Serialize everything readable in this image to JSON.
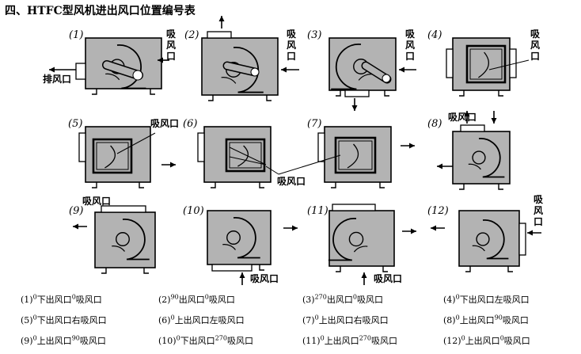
{
  "title": "四、HTFC型风机进出风口位置编号表",
  "units": [
    {
      "num": "(1)",
      "labels": {
        "suction": "吸风口",
        "exhaust": "排风口"
      }
    },
    {
      "num": "(2)",
      "labels": {
        "suction": "吸风口"
      }
    },
    {
      "num": "(3)",
      "labels": {
        "suction": "吸风口"
      }
    },
    {
      "num": "(4)",
      "labels": {
        "suction": "吸风口"
      }
    },
    {
      "num": "(5)",
      "labels": {
        "suction": "吸风口"
      }
    },
    {
      "num": "(6)",
      "labels": {}
    },
    {
      "num": "(7)",
      "labels": {
        "suction": "吸风口"
      }
    },
    {
      "num": "(8)",
      "labels": {
        "suction": "吸风口"
      }
    },
    {
      "num": "(9)",
      "labels": {
        "suction": "吸风口"
      }
    },
    {
      "num": "(10)",
      "labels": {
        "suction": "吸风口"
      }
    },
    {
      "num": "(11)",
      "labels": {
        "suction": "吸风口"
      }
    },
    {
      "num": "(12)",
      "labels": {
        "suction": "吸风口"
      }
    }
  ],
  "legend": [
    {
      "prefix": "(1)",
      "a": "0",
      "mid": "下出风口",
      "b": "0",
      "end": "吸风口"
    },
    {
      "prefix": "(2)",
      "a": "90",
      "mid": "出风口",
      "b": "0",
      "end": "吸风口"
    },
    {
      "prefix": "(3)",
      "a": "270",
      "mid": "出风口",
      "b": "0",
      "end": "吸风口"
    },
    {
      "prefix": "(4)",
      "a": "0",
      "mid": "下出风口左吸风口",
      "b": "",
      "end": ""
    },
    {
      "prefix": "(5)",
      "a": "0",
      "mid": "下出风口右吸风口",
      "b": "",
      "end": ""
    },
    {
      "prefix": "(6)",
      "a": "0",
      "mid": "上出风口左吸风口",
      "b": "",
      "end": ""
    },
    {
      "prefix": "(7)",
      "a": "0",
      "mid": "上出风口右吸风口",
      "b": "",
      "end": ""
    },
    {
      "prefix": "(8)",
      "a": "0",
      "mid": "上出风口",
      "b": "90",
      "end": "吸风口"
    },
    {
      "prefix": "(9)",
      "a": "0",
      "mid": "上出风口",
      "b": "90",
      "end": "吸风口"
    },
    {
      "prefix": "(10)",
      "a": "0",
      "mid": "下出风口",
      "b": "270",
      "end": "吸风口"
    },
    {
      "prefix": "(11)",
      "a": "0",
      "mid": "上出风口",
      "b": "270",
      "end": "吸风口"
    },
    {
      "prefix": "(12)",
      "a": "0",
      "mid": "上出风口",
      "b": "0",
      "end": "吸风口"
    }
  ]
}
